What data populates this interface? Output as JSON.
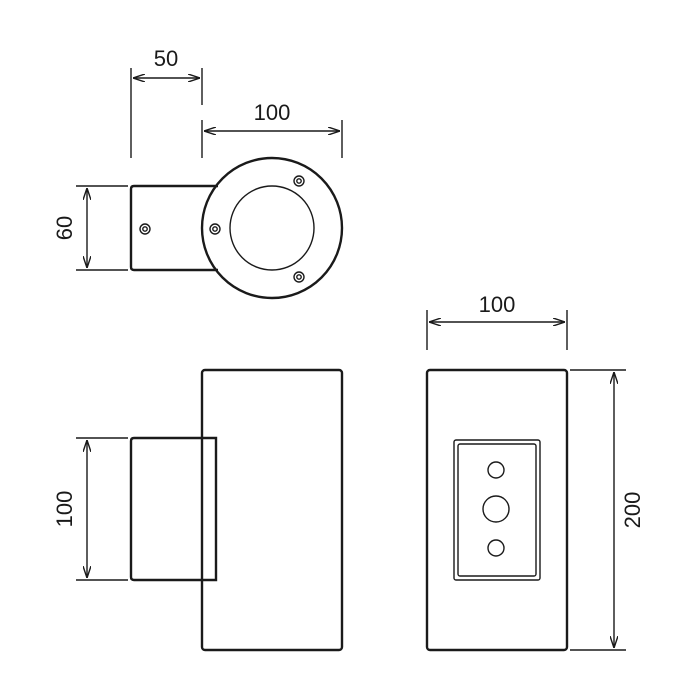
{
  "dimensions": {
    "top_depth": "50",
    "top_diameter": "100",
    "top_height": "60",
    "side_bracket_height": "100",
    "front_width": "100",
    "front_height": "200"
  },
  "colors": {
    "line": "#1a1a1a",
    "background": "#ffffff"
  }
}
